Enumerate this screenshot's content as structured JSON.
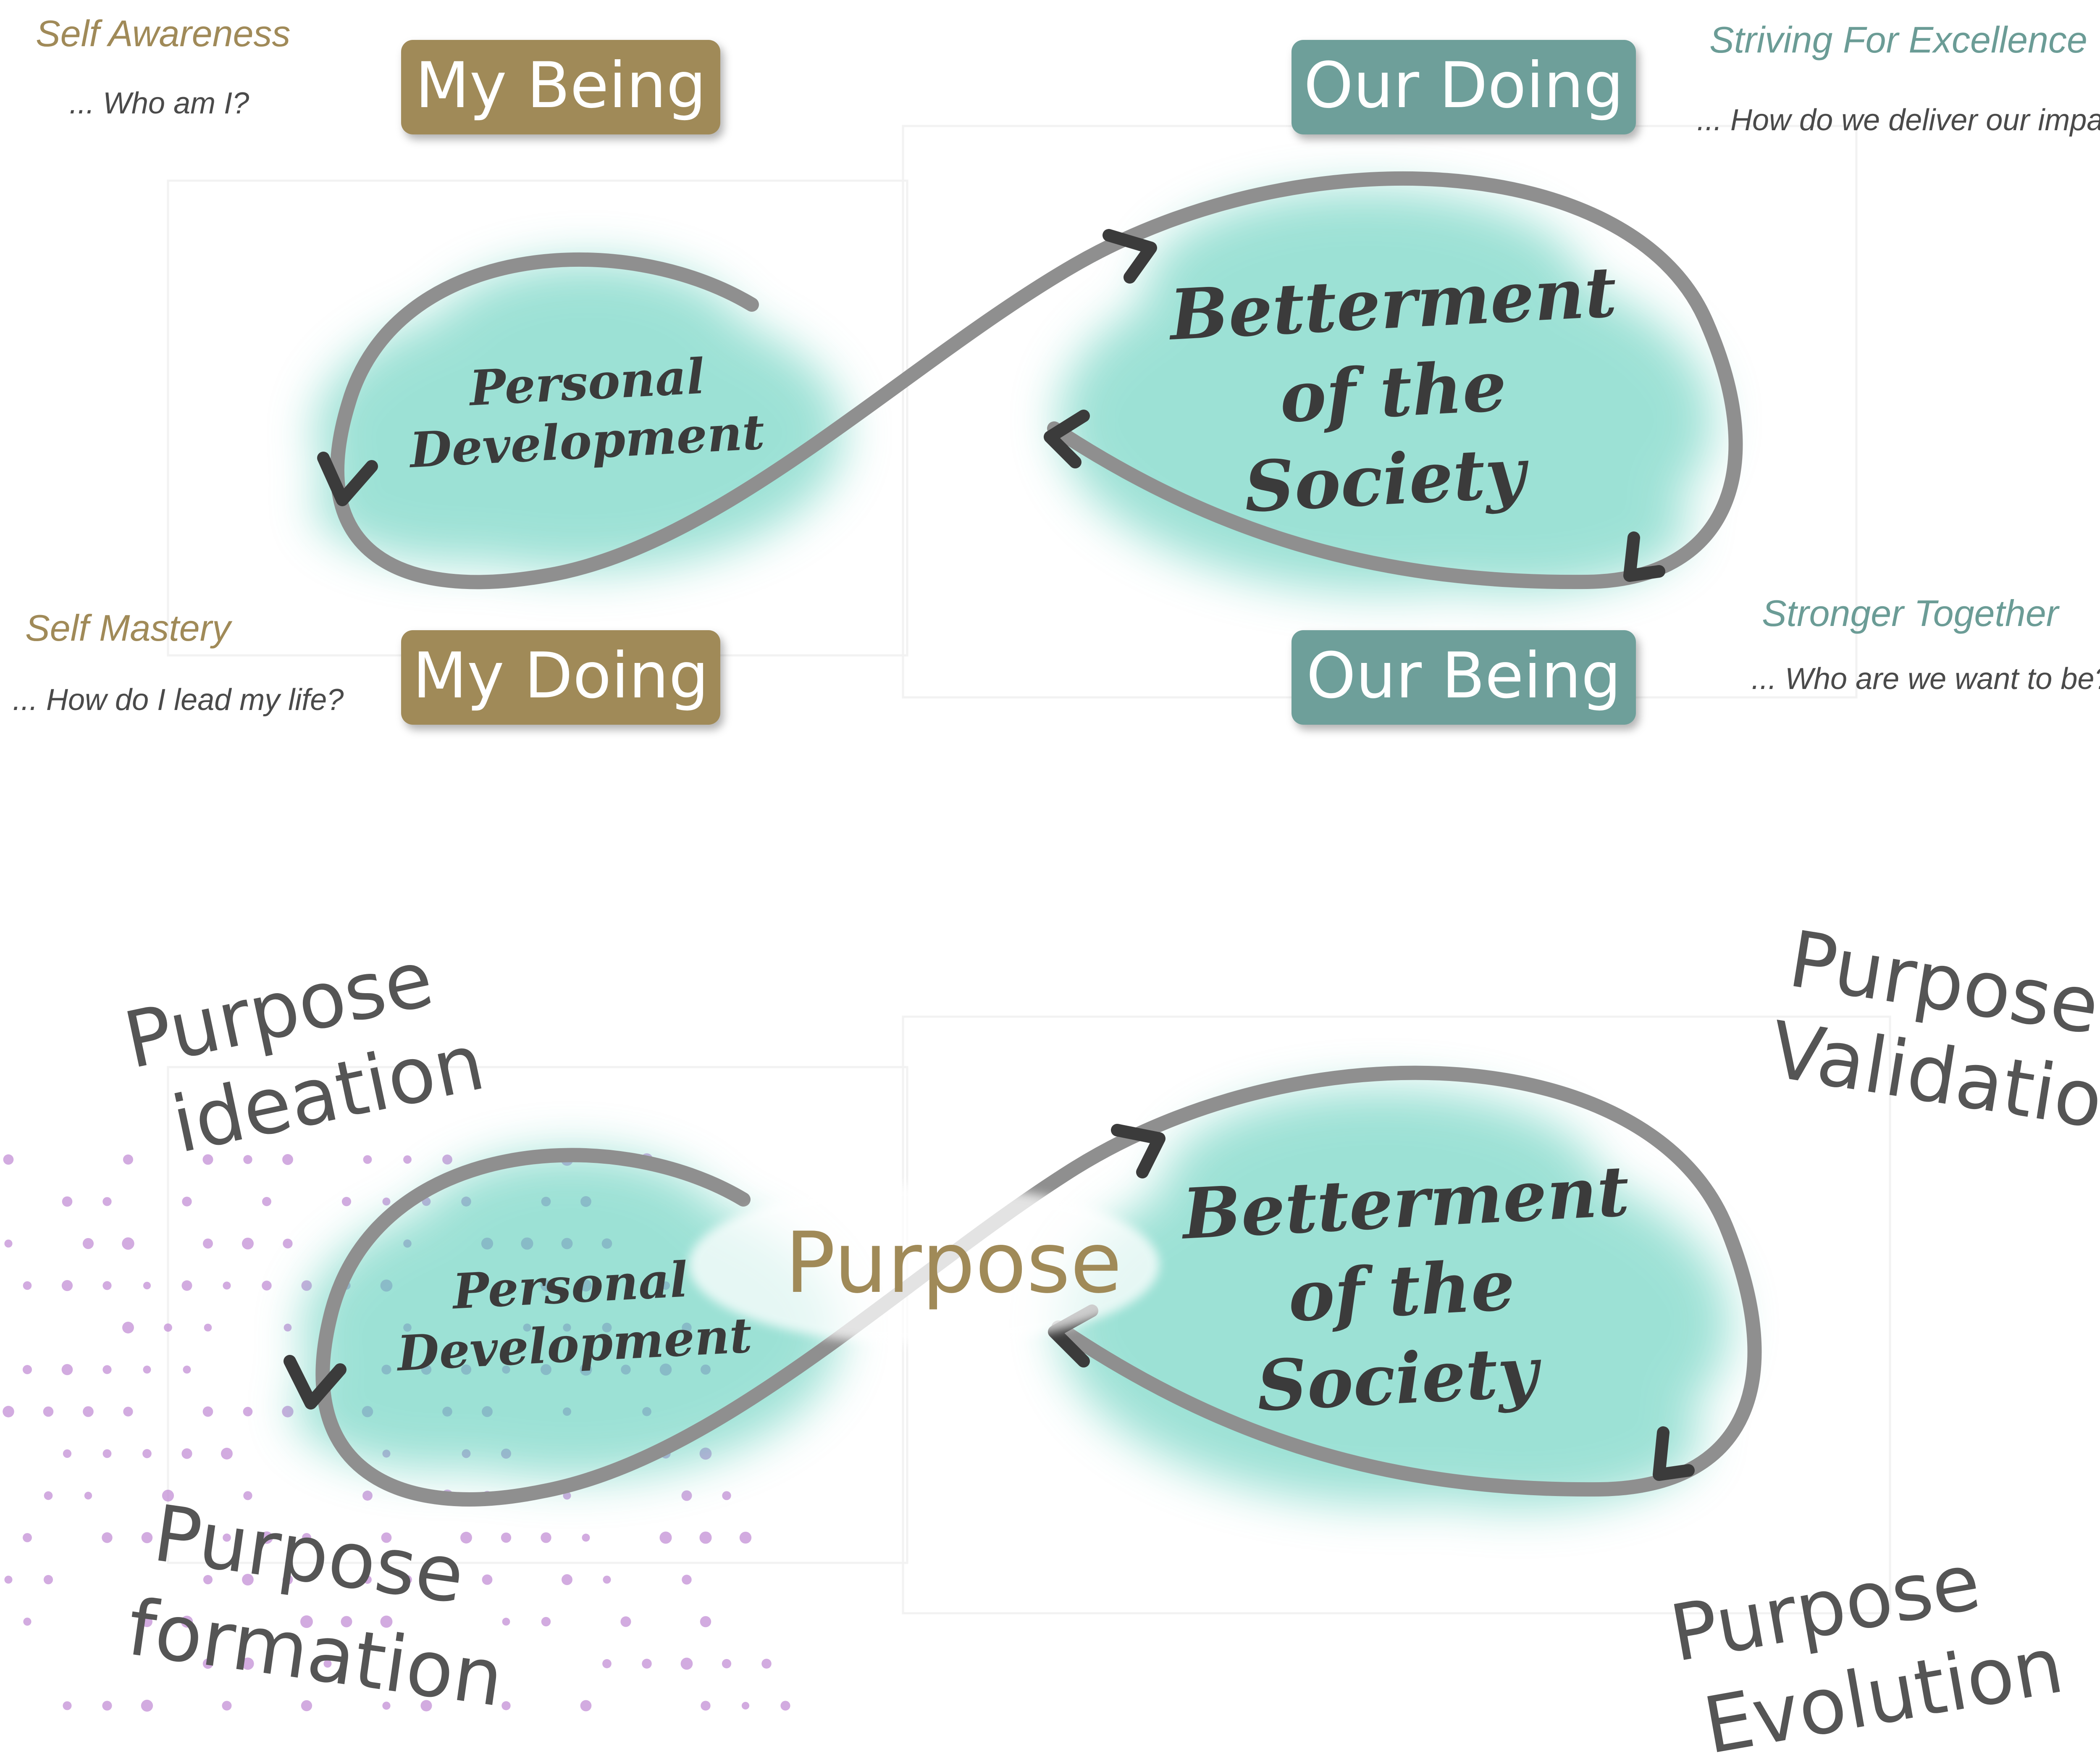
{
  "colors": {
    "gold": "#a08a58",
    "teal": "#6e9f9a",
    "teal_text": "#6b9c96",
    "splash": "#4ec9b4",
    "stroke": "#8f8f8f",
    "dark": "#3b3b3b",
    "grey_text": "#555555",
    "magenta": "#e0197a",
    "dots": "#c38fd6"
  },
  "top": {
    "boxes": {
      "my_being": "My Being",
      "my_doing": "My Doing",
      "our_doing": "Our Doing",
      "our_being": "Our Being"
    },
    "corners": {
      "self_awareness": {
        "title": "Self Awareness",
        "question": "... Who am I?"
      },
      "self_mastery": {
        "title": "Self Mastery",
        "question": "... How do I lead my life?"
      },
      "striving": {
        "title": "Striving For Excellence",
        "question": "... How do we deliver our impact?"
      },
      "stronger": {
        "title": "Stronger Together",
        "question": "... Who are we want to be?"
      }
    },
    "loops": {
      "left": [
        "Personal",
        "Development"
      ],
      "right": [
        "Betterment",
        "of the",
        "Society"
      ]
    }
  },
  "bottom": {
    "center": "Purpose",
    "loops": {
      "left": [
        "Personal",
        "Development"
      ],
      "right": [
        "Betterment",
        "of the",
        "Society"
      ]
    },
    "stages": {
      "ideation": [
        "Purpose",
        "ideation"
      ],
      "validation": [
        "Purpose",
        "Validation"
      ],
      "formation": [
        "Purpose",
        "formation"
      ],
      "evolution": [
        "Purpose",
        "Evolution"
      ]
    }
  }
}
